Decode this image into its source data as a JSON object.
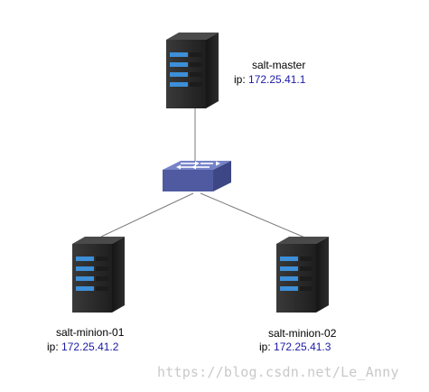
{
  "nodes": {
    "master": {
      "name": "salt-master",
      "ip_prefix": "ip:",
      "ip": "172.25.41.1"
    },
    "minion1": {
      "name": "salt-minion-01",
      "ip_prefix": "ip:",
      "ip": "172.25.41.2"
    },
    "minion2": {
      "name": "salt-minion-02",
      "ip_prefix": "ip:",
      "ip": "172.25.41.3"
    }
  },
  "switch": {
    "icon": "network-switch-icon"
  },
  "server_icon": "server-tower-icon",
  "colors": {
    "link": "#7a7a7a",
    "server_body": "#2a2a2a",
    "server_led": "#3d8fd8",
    "switch_top": "#6a78c2",
    "switch_side": "#4a5496",
    "ip_text": "#1a1aa6"
  },
  "watermark": "https://blog.csdn.net/Le_Anny"
}
